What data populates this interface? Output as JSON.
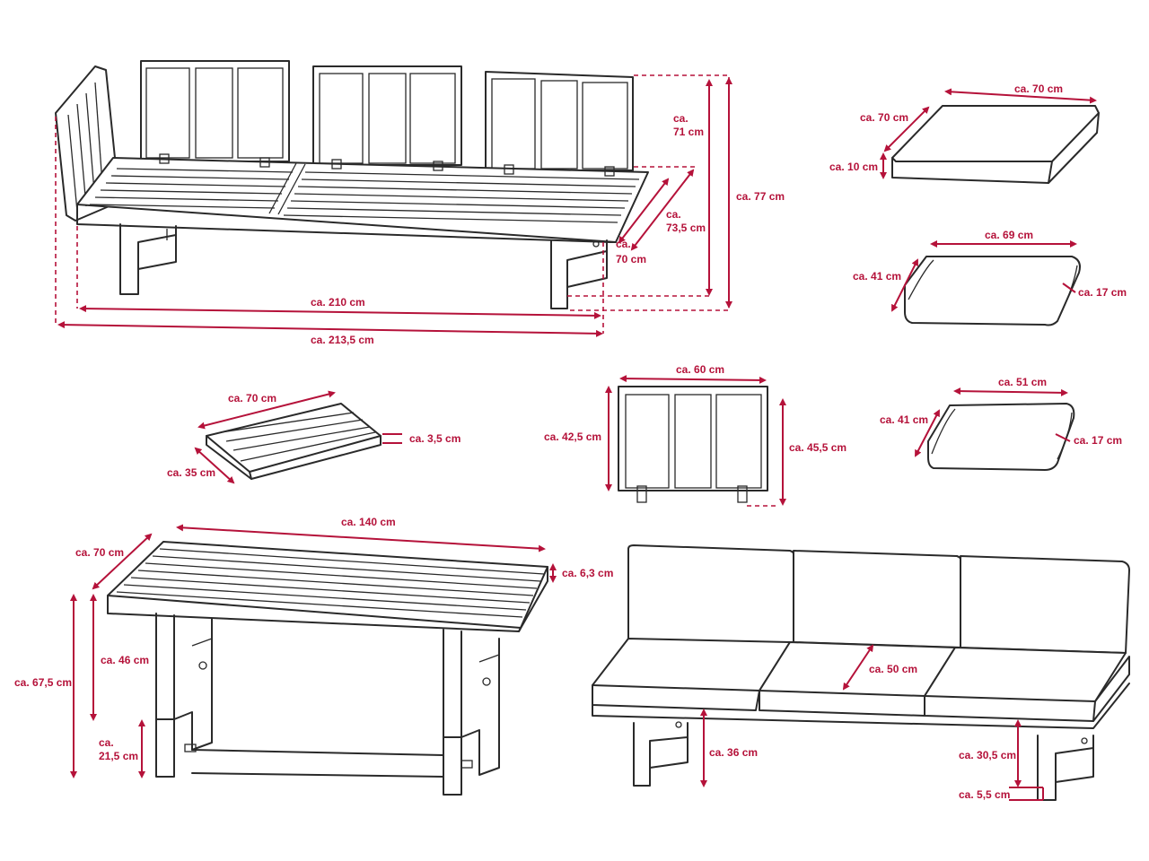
{
  "labels": {
    "sofa_height_back": "ca. 77 cm",
    "sofa_depth_71_a": "ca.",
    "sofa_depth_71_b": "71 cm",
    "sofa_depth_735_a": "ca.",
    "sofa_depth_735_b": "73,5 cm",
    "sofa_depth_70_a": "ca.",
    "sofa_depth_70_b": "70 cm",
    "sofa_width_210": "ca. 210 cm",
    "sofa_width_2135": "ca. 213,5 cm",
    "seat_cushion_width": "ca. 70 cm",
    "seat_cushion_depth": "ca. 70 cm",
    "seat_cushion_height": "ca. 10 cm",
    "back_cushion_large_width": "ca. 69 cm",
    "back_cushion_large_height": "ca. 41 cm",
    "back_cushion_large_thick": "ca. 17 cm",
    "back_cushion_small_width": "ca. 51 cm",
    "back_cushion_small_height": "ca. 41 cm",
    "back_cushion_small_thick": "ca. 17 cm",
    "side_table_width": "ca. 70 cm",
    "side_table_depth": "ca. 35 cm",
    "side_table_thick": "ca. 3,5 cm",
    "backrest_width": "ca. 60 cm",
    "backrest_height_inner": "ca. 42,5 cm",
    "backrest_height_total": "ca. 45,5 cm",
    "table_length": "ca. 140 cm",
    "table_depth": "ca. 70 cm",
    "table_top_thick": "ca. 6,3 cm",
    "table_height_total": "ca. 67,5 cm",
    "table_height_low": "ca. 46 cm",
    "table_ext_a": "ca.",
    "table_ext_b": "21,5 cm",
    "bench_seat_depth": "ca. 50 cm",
    "bench_seat_height": "ca. 36 cm",
    "bench_leg_height": "ca. 30,5 cm",
    "bench_foot": "ca. 5,5 cm"
  },
  "colors": {
    "dimension": "#b5123a",
    "outline": "#2a2a2a",
    "background": "#ffffff"
  }
}
